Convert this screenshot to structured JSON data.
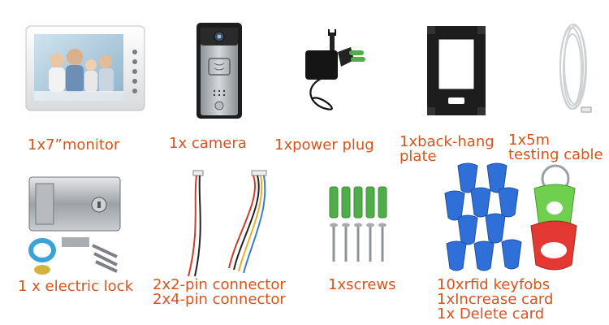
{
  "items": {
    "monitor": "1x7”monitor",
    "camera": "1x camera",
    "power": "1xpower plug",
    "plate_line1": "1xback-hang",
    "plate_line2": "plate",
    "cable_line1": "1x5m",
    "cable_line2": "testing cable",
    "lock": "1 x electric lock",
    "conn_line1": "2x2-pin connector",
    "conn_line2": "2x4-pin connector",
    "screws": "1xscrews",
    "cards_line1": "10xrfid keyfobs",
    "cards_line2": "1xIncrease card",
    "cards_line3": "1x Delete card"
  },
  "device": {
    "camera_brand": ""
  },
  "colors": {
    "caption": "#d8541d",
    "keyfob": "#2f6fd8",
    "wall_plug": "#4fae4a"
  }
}
